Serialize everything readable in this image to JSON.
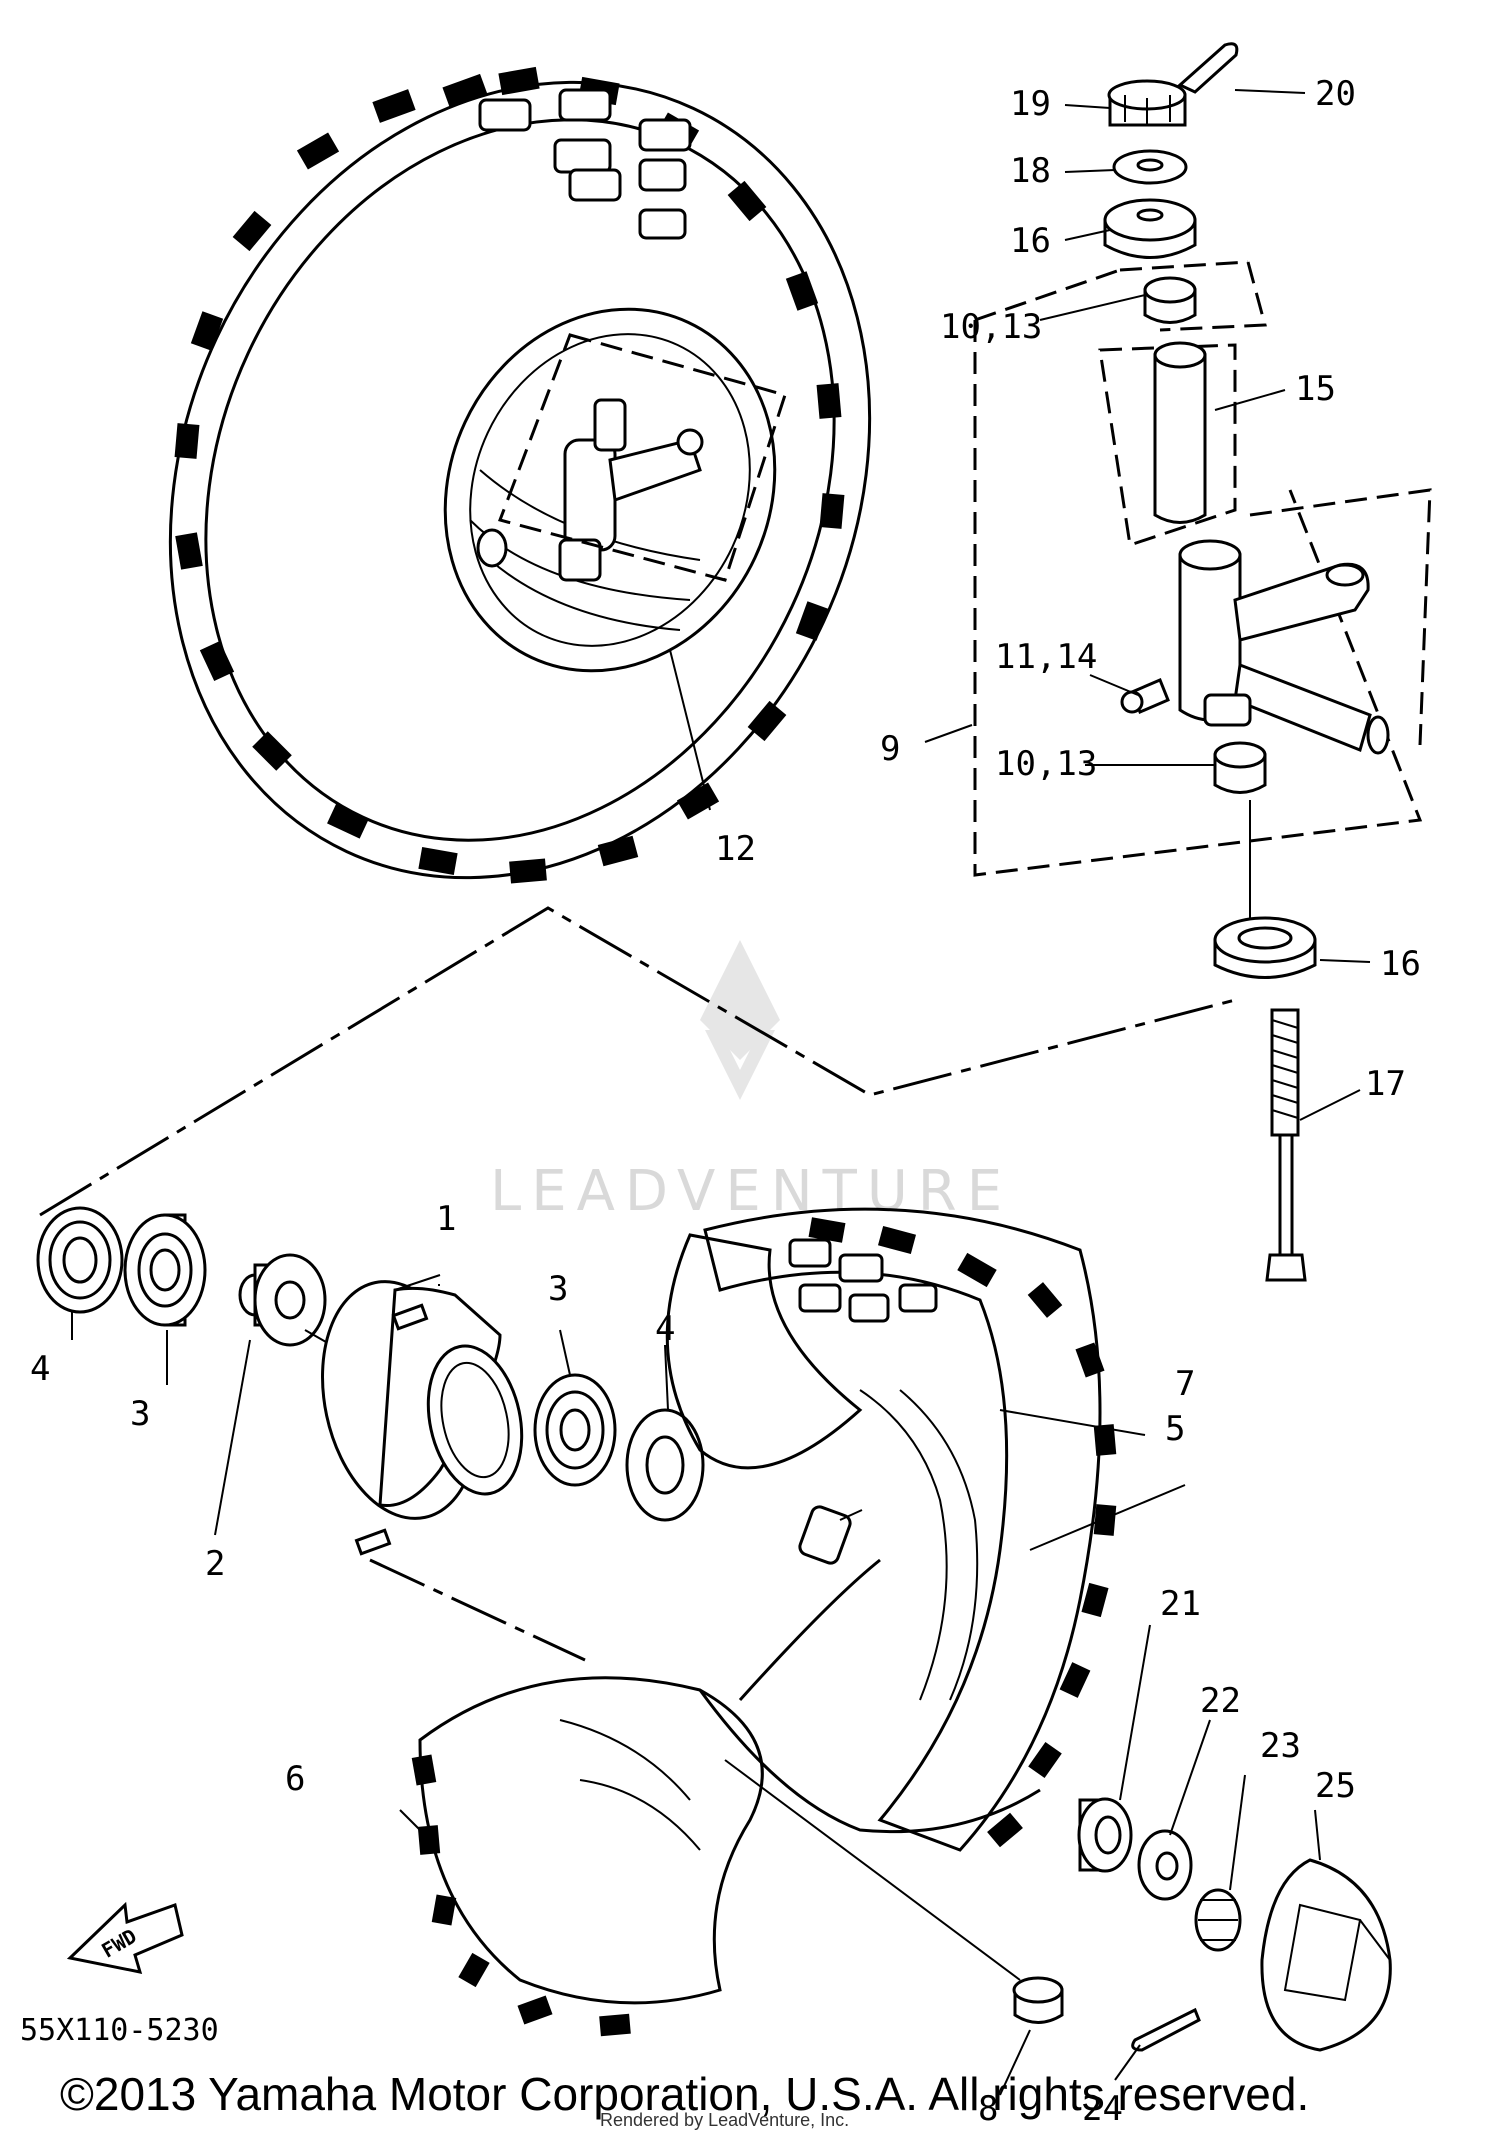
{
  "diagram_code": "55X110-5230",
  "copyright": "©2013 Yamaha Motor Corporation, U.S.A. All rights reserved.",
  "rendered_by": "Rendered by LeadVenture, Inc.",
  "watermark": "LEADVENTURE",
  "fwd_label": "FWD",
  "callouts": {
    "c1": "1",
    "c2": "2",
    "c3a": "3",
    "c3b": "3",
    "c4a": "4",
    "c4b": "4",
    "c5": "5",
    "c6": "6",
    "c7": "7",
    "c8": "8",
    "c9": "9",
    "c10_13a": "10,13",
    "c10_13b": "10,13",
    "c11_14": "11,14",
    "c12": "12",
    "c15": "15",
    "c16a": "16",
    "c16b": "16",
    "c17": "17",
    "c18": "18",
    "c19": "19",
    "c20": "20",
    "c21": "21",
    "c22": "22",
    "c23": "23",
    "c24": "24",
    "c25": "25"
  }
}
